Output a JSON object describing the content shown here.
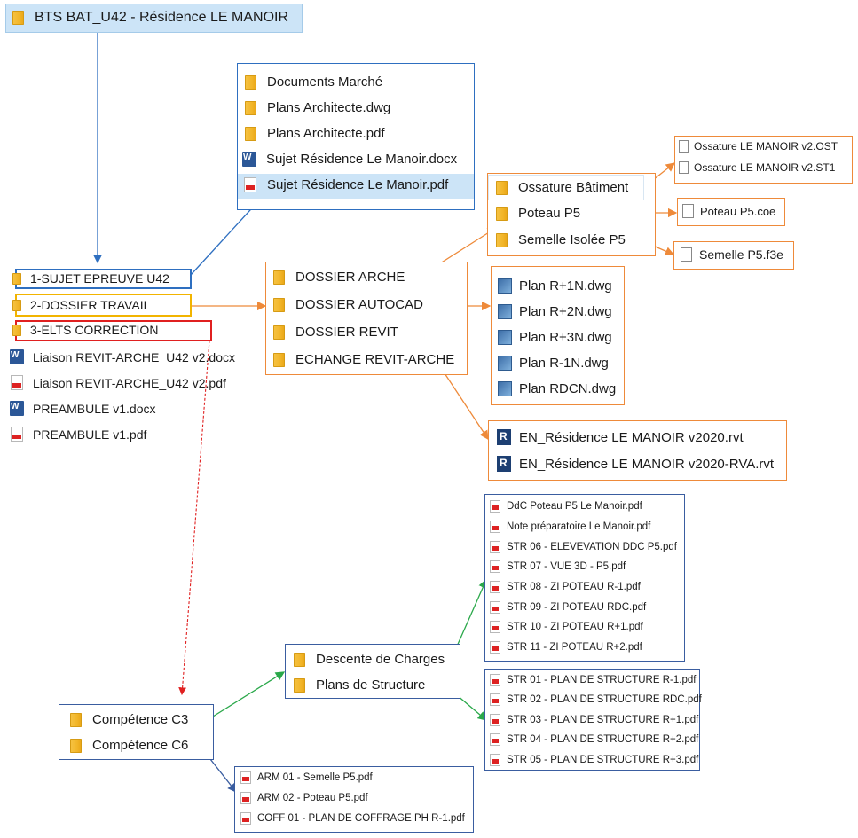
{
  "root": {
    "label": "BTS BAT_U42 - Résidence LE MANOIR"
  },
  "level1": {
    "sujet_epreuve": "1-SUJET EPREUVE U42",
    "dossier_travail": "2-DOSSIER TRAVAIL",
    "elts_correction": "3-ELTS CORRECTION",
    "files": [
      {
        "label": "Liaison REVIT-ARCHE_U42 v2.docx",
        "icon": "word-icon"
      },
      {
        "label": "Liaison REVIT-ARCHE_U42 v2.pdf",
        "icon": "pdf-icon"
      },
      {
        "label": "PREAMBULE v1.docx",
        "icon": "word-icon"
      },
      {
        "label": "PREAMBULE v1.pdf",
        "icon": "pdf-icon"
      }
    ]
  },
  "sujet_box": {
    "items": [
      {
        "label": "Documents Marché",
        "icon": "folder-icon"
      },
      {
        "label": "Plans Architecte.dwg",
        "icon": "folder-icon"
      },
      {
        "label": "Plans Architecte.pdf",
        "icon": "folder-icon"
      },
      {
        "label": "Sujet Résidence Le Manoir.docx",
        "icon": "word-icon"
      },
      {
        "label": "Sujet Résidence Le Manoir.pdf",
        "icon": "pdf-icon"
      }
    ]
  },
  "travail_box": {
    "items": [
      "DOSSIER ARCHE",
      "DOSSIER AUTOCAD",
      "DOSSIER REVIT",
      "ECHANGE REVIT-ARCHE"
    ]
  },
  "arche_box": {
    "items": [
      "Ossature Bâtiment",
      "Poteau P5",
      "Semelle Isolée P5"
    ]
  },
  "ossature_files": [
    "Ossature LE MANOIR v2.OST",
    "Ossature LE MANOIR v2.ST1"
  ],
  "poteau_file": "Poteau P5.coe",
  "semelle_file": "Semelle P5.f3e",
  "autocad_box": {
    "items": [
      "Plan R+1N.dwg",
      "Plan R+2N.dwg",
      "Plan R+3N.dwg",
      "Plan R-1N.dwg",
      "Plan RDCN.dwg"
    ]
  },
  "revit_box": {
    "items": [
      "EN_Résidence LE MANOIR v2020.rvt",
      "EN_Résidence LE MANOIR v2020-RVA.rvt"
    ]
  },
  "descente_files": {
    "items": [
      "DdC Poteau P5 Le Manoir.pdf",
      "Note préparatoire Le Manoir.pdf",
      "STR 06 - ELEVEVATION DDC P5.pdf",
      "STR 07 - VUE 3D - P5.pdf",
      "STR 08 - ZI POTEAU R-1.pdf",
      "STR 09 - ZI POTEAU RDC.pdf",
      "STR 10 - ZI POTEAU R+1.pdf",
      "STR 11 - ZI POTEAU R+2.pdf"
    ]
  },
  "structure_files": {
    "items": [
      "STR 01 - PLAN DE STRUCTURE R-1.pdf",
      "STR 02 - PLAN DE STRUCTURE RDC.pdf",
      "STR 03 - PLAN DE STRUCTURE R+1.pdf",
      "STR 04 - PLAN DE STRUCTURE R+2.pdf",
      "STR 05 - PLAN DE STRUCTURE R+3.pdf"
    ]
  },
  "c3_box": {
    "items": [
      "Descente de Charges",
      "Plans de Structure"
    ]
  },
  "competences_box": {
    "items": [
      "Compétence C3",
      "Compétence C6"
    ]
  },
  "c6_files": {
    "items": [
      "ARM 01 - Semelle P5.pdf",
      "ARM 02 - Poteau P5.pdf",
      "COFF 01 - PLAN DE COFFRAGE PH R-1.pdf"
    ]
  },
  "colors": {
    "blue": "#2e6fc0",
    "orange": "#ee8a3a",
    "red": "#e02020",
    "green": "#2aa84a",
    "navy": "#3a5da0",
    "selection": "#cce4f7"
  }
}
